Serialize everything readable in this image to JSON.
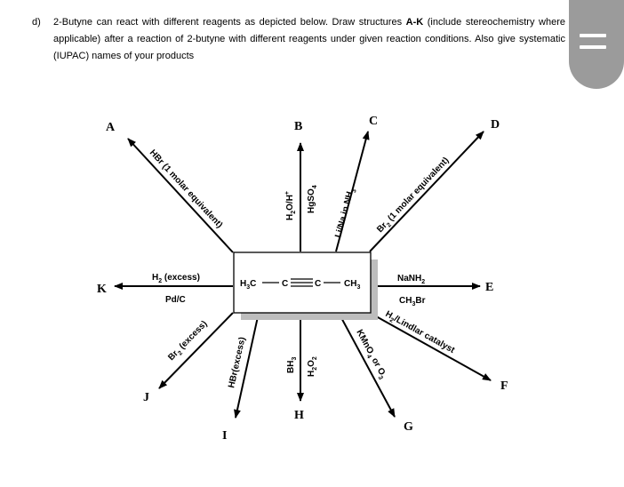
{
  "question": {
    "letter": "d)",
    "text_1": "2-Butyne can react with different reagents as depicted below. Draw structures ",
    "text_bold": "A-K",
    "text_2": " (include stereochemistry where applicable) after a reaction of 2-butyne with different reagents under given reaction conditions. Also give systematic (IUPAC) names of your products"
  },
  "menu": {
    "icon": "hamburger-menu-icon"
  },
  "molecule": {
    "left_group": "H",
    "left_sub": "3",
    "left_tail": "C",
    "c1": "C",
    "c2": "C",
    "right_group": "CH",
    "right_sub": "3"
  },
  "products": {
    "A": "A",
    "B": "B",
    "C": "C",
    "D": "D",
    "E": "E",
    "F": "F",
    "G": "G",
    "H": "H",
    "I": "I",
    "J": "J",
    "K": "K"
  },
  "reagents": {
    "A": "HBr (1 molar equivalent)",
    "B1_main": "H",
    "B1_sub": "2",
    "B1_tail": "O/H",
    "B1_sup": "+",
    "B2_main": "HgSO",
    "B2_sub": "4",
    "C_main": "Li/Na in NH",
    "C_sub": "3",
    "D_main": "Br",
    "D_sub": "2",
    "D_tail": " (1 molar equivalent)",
    "E1_main": "NaNH",
    "E1_sub": "2",
    "E2_main": "CH",
    "E2_sub": "3",
    "E2_tail": "Br",
    "F_main": "H",
    "F_sub": "2",
    "F_tail": "/Lindlar catalyst",
    "G_main": "KMnO",
    "G_sub": "4",
    "G_tail": " or O",
    "G_sub2": "3",
    "H1_main": "BH",
    "H1_sub": "3",
    "H2_main": "H",
    "H2_sub": "2",
    "H2_mid": "O",
    "H2_sub2": "2",
    "I": "HBr(excess)",
    "J_main": "Br",
    "J_sub": "2",
    "J_tail": " (excess)",
    "K1_main": "H",
    "K1_sub": "2",
    "K1_tail": " (excess)",
    "K2": "Pd/C"
  }
}
